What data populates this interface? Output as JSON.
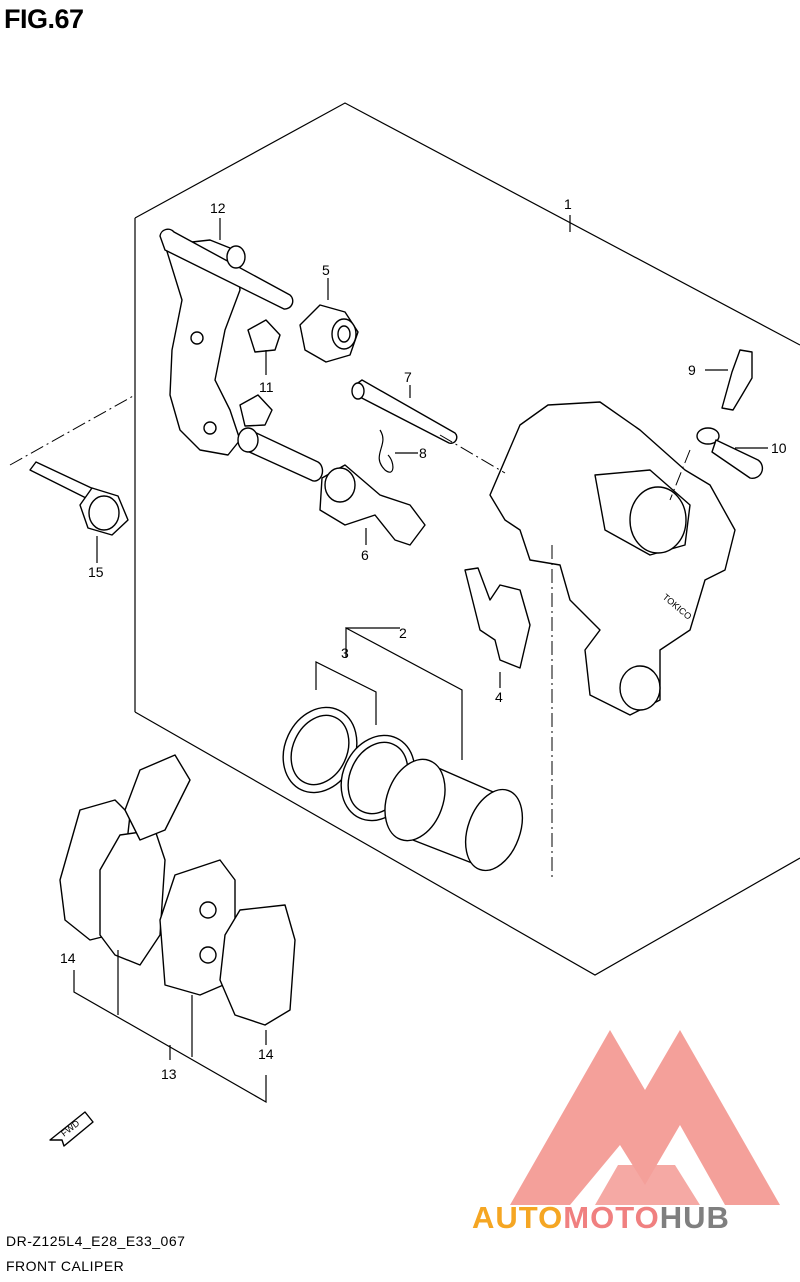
{
  "figure": {
    "title": "FIG.67"
  },
  "callouts": [
    {
      "id": "c1",
      "label": "1"
    },
    {
      "id": "c2",
      "label": "2"
    },
    {
      "id": "c3",
      "label": "3"
    },
    {
      "id": "c4",
      "label": "4"
    },
    {
      "id": "c5",
      "label": "5"
    },
    {
      "id": "c6",
      "label": "6"
    },
    {
      "id": "c7",
      "label": "7"
    },
    {
      "id": "c8",
      "label": "8"
    },
    {
      "id": "c9",
      "label": "9"
    },
    {
      "id": "c10",
      "label": "10"
    },
    {
      "id": "c11",
      "label": "11"
    },
    {
      "id": "c12",
      "label": "12"
    },
    {
      "id": "c13",
      "label": "13"
    },
    {
      "id": "c14a",
      "label": "14"
    },
    {
      "id": "c14b",
      "label": "14"
    },
    {
      "id": "c15",
      "label": "15"
    }
  ],
  "fwd_label": "FWD",
  "caliper_mark": "TOKICO",
  "footer": {
    "code": "DR-Z125L4_E28_E33_067",
    "title": "FRONT CALIPER"
  },
  "watermark": {
    "auto": "AUTO",
    "moto": "MOTO",
    "hub": "HUB",
    "color_auto": "#f5a623",
    "color_moto": "#f08080",
    "color_hub": "#7f7f7f",
    "logo_color": "#f4a09a"
  }
}
